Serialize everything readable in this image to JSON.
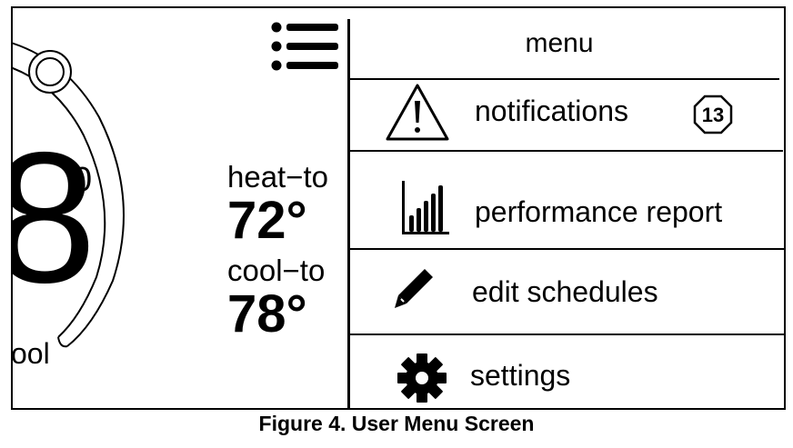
{
  "thermostat": {
    "current_temp_digit": "8",
    "temp_superscript": "0",
    "mode_label": "ool",
    "heat_to_label": "heat−to",
    "heat_to_value": "72°",
    "cool_to_label": "cool−to",
    "cool_to_value": "78°"
  },
  "menu": {
    "title": "menu",
    "items": [
      {
        "label": "notifications",
        "icon": "warning-triangle-icon",
        "badge": "13"
      },
      {
        "label": "performance report",
        "icon": "bar-chart-icon"
      },
      {
        "label": "edit schedules",
        "icon": "pencil-icon"
      },
      {
        "label": "settings",
        "icon": "gear-icon"
      }
    ]
  },
  "caption": "Figure 4. User Menu Screen"
}
